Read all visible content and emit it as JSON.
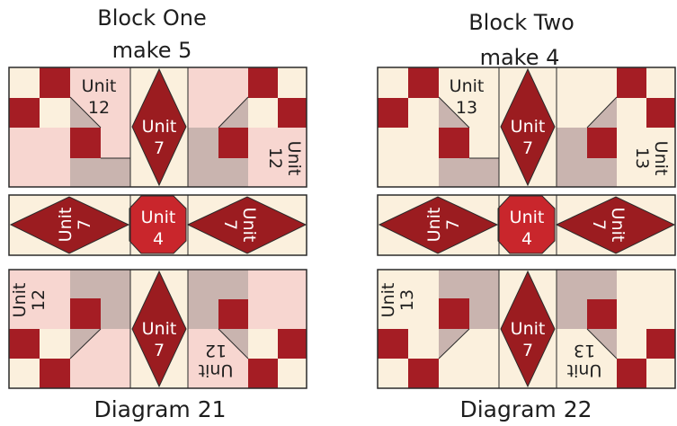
{
  "diagram_a": {
    "title_line1": "Block One",
    "title_line2": "make 5",
    "caption": "Diagram 21",
    "corner_unit_line1": "Unit",
    "corner_unit_line2": "12",
    "diamond_unit_line1": "Unit",
    "diamond_unit_line2": "7",
    "octagon_unit_line1": "Unit",
    "octagon_unit_line2": "4"
  },
  "diagram_b": {
    "title_line1": "Block Two",
    "title_line2": "make 4",
    "caption": "Diagram 22",
    "corner_unit_line1": "Unit",
    "corner_unit_line2": "13",
    "diamond_unit_line1": "Unit",
    "diamond_unit_line2": "7",
    "octagon_unit_line1": "Unit",
    "octagon_unit_line2": "4"
  },
  "colors": {
    "dark_red": "#a51d24",
    "deep_red": "#9b1c20",
    "bright_red": "#c9262c",
    "cream": "#fbf0dd",
    "pink": "#f7d6d0",
    "taupe": "#c9b4af",
    "outline": "#2a2a2a"
  }
}
